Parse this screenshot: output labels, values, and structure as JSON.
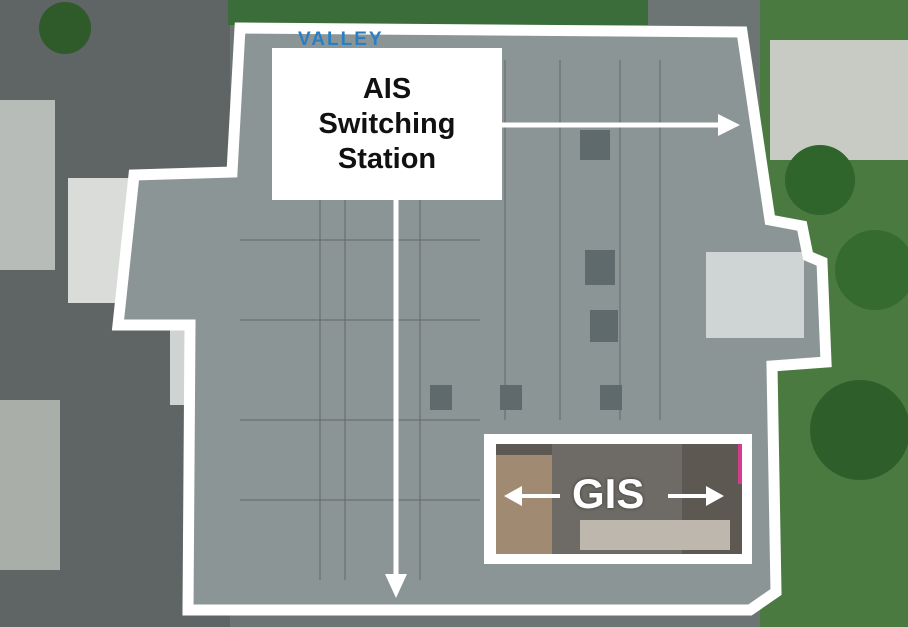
{
  "roof_painting": "VALLEY",
  "ais_label": {
    "line1": "AIS",
    "line2": "Switching",
    "line3": "Station"
  },
  "gis_label": "GIS",
  "colors": {
    "outline": "#ffffff",
    "pavement": "#8c9596",
    "grass": "#3f7a3a",
    "roof_text": "#2a7fc4"
  }
}
